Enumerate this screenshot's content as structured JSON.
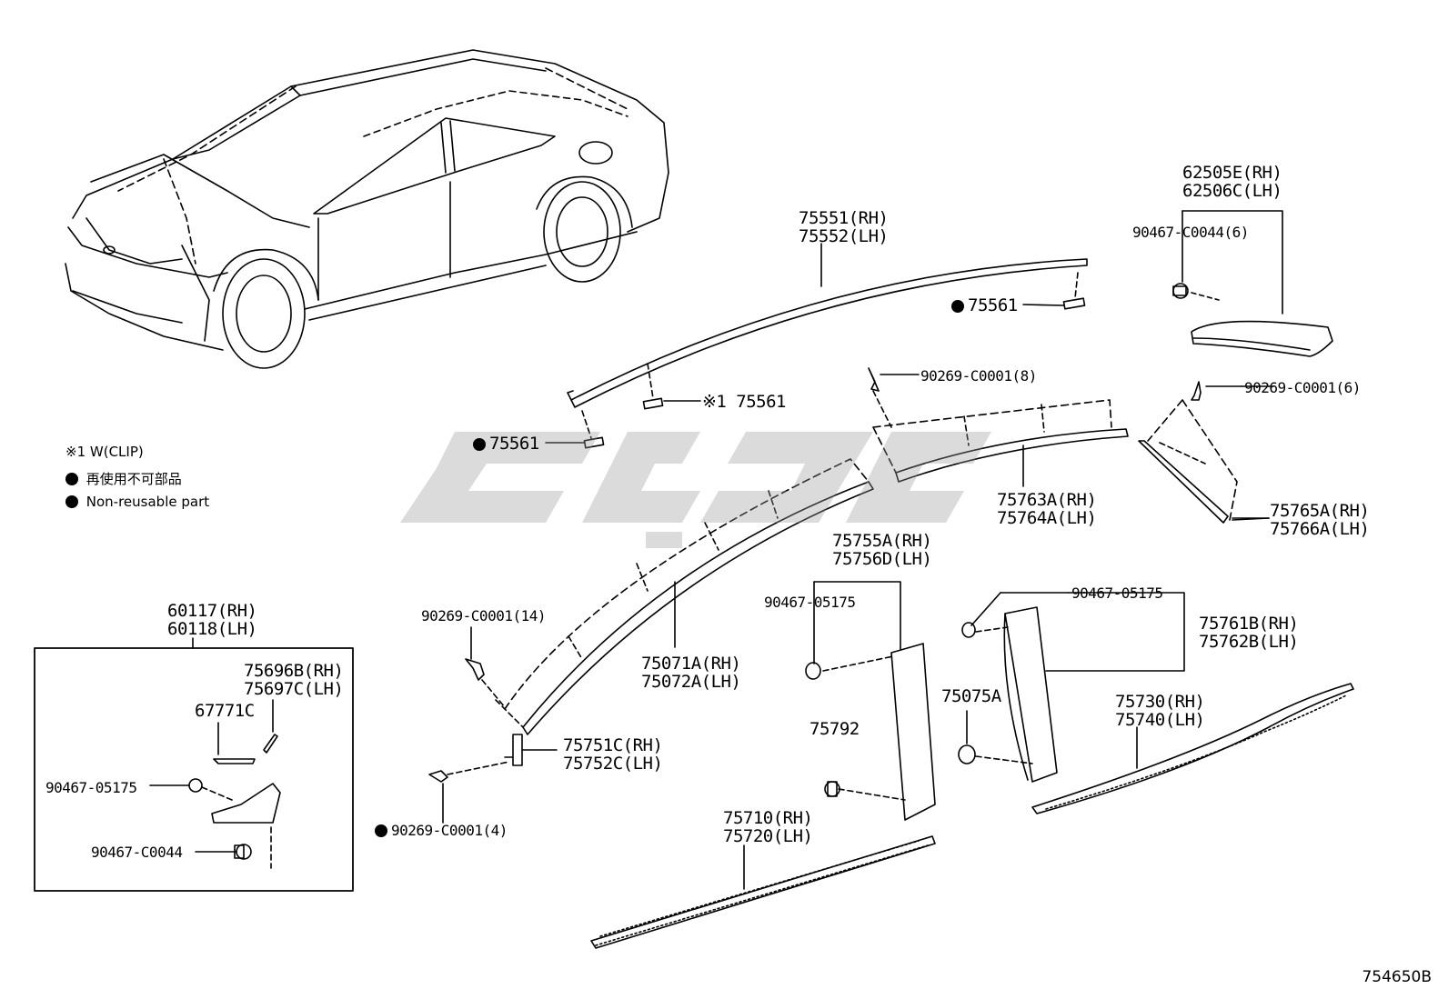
{
  "legend": {
    "clip_note": "※1 W(CLIP)",
    "nonreusable_jp": "再使用不可部品",
    "nonreusable_en": "Non-reusable part"
  },
  "reference_code": "754650B",
  "labels": {
    "l62505e": "62505E(RH)",
    "l62506c": "62506C(LH)",
    "l90467_c0044_6": "90467-C0044(6)",
    "l75551": "75551(RH)",
    "l75552": "75552(LH)",
    "l75561_a": "75561",
    "l75561_clip": "※1 75561",
    "l75561_b": "75561",
    "l90269_c0001_8": "90269-C0001(8)",
    "l90269_c0001_6": "90269-C0001(6)",
    "l75763a": "75763A(RH)",
    "l75764a": "75764A(LH)",
    "l75765a": "75765A(RH)",
    "l75766a": "75766A(LH)",
    "l75755a": "75755A(RH)",
    "l75756d": "75756D(LH)",
    "l90467_05175_mid": "90467-05175",
    "l90467_05175_right": "90467-05175",
    "l75761b": "75761B(RH)",
    "l75762b": "75762B(LH)",
    "l75075a": "75075A",
    "l75792": "75792",
    "l75730": "75730(RH)",
    "l75740": "75740(LH)",
    "l75071a": "75071A(RH)",
    "l75072a": "75072A(LH)",
    "l90269_c0001_14": "90269-C0001(14)",
    "l75751c": "75751C(RH)",
    "l75752c": "75752C(LH)",
    "l90269_c0001_4": "90269-C0001(4)",
    "l75710": "75710(RH)",
    "l75720": "75720(LH)",
    "l60117": "60117(RH)",
    "l60118": "60118(LH)",
    "l75696b": "75696B(RH)",
    "l75697c": "75697C(LH)",
    "l67771c": "67771C",
    "l90467_05175_box": "90467-05175",
    "l90467_c0044_box": "90467-C0044"
  }
}
